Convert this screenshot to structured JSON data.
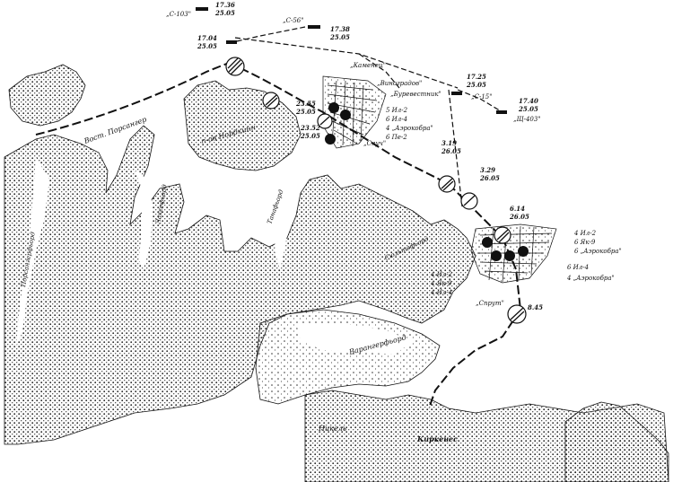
{
  "places": {
    "vost_porsangen": "Вост. Порсангер",
    "nordkinn": "п-ов Нордкинн",
    "tana": "Танафьорд",
    "syltefjord": "Сюльтефьорд",
    "varangerfjord": "Варангерфьорд",
    "kirkenes": "Киркенес",
    "nikel": "Никель",
    "laksefjord": "Лаксефьорд",
    "porsangerfjord": "Порсангерфьорд"
  },
  "units": {
    "s_left": "„С-103\"",
    "s_mid": "„С-56\"",
    "s_15": "„С-15\"",
    "s_mid2": "„Щ-403\"",
    "kamaronsky": "„Каменец\"",
    "vinogradov": "„Виноградов\"",
    "burevestnik": "„Буревестник\"",
    "sluch": "„Случ\"",
    "sprut": "„Спрут\""
  },
  "times": {
    "t1": "17.36",
    "t1d": "25.05",
    "t2": "17.38",
    "t2d": "25.05",
    "t3": "17.04",
    "t3d": "25.05",
    "t4": "17.25",
    "t4d": "25.05",
    "t5": "17.40",
    "t5d": "25.05",
    "t6": "23.55",
    "t6d": "25.05",
    "t7": "23.52",
    "t7d": "25.05",
    "t8": "3.19",
    "t8d": "26.05",
    "t9": "3.29",
    "t9d": "26.05",
    "t10": "6.14",
    "t10d": "26.05",
    "t11": "8.45",
    "t11d": ""
  },
  "aircraft": {
    "a1": "5 Ил-2",
    "a2": "6 Ил-4",
    "a3": "4 „Аэрокобра\"",
    "a4": "6 Пе-2",
    "a5": "4 Ил-2",
    "a6": "6 Як-9",
    "a7": "4 Ил-2",
    "a8": "6 Ил-4",
    "a9": "4 Як-9",
    "a10": "6 „Аэрокобра\"",
    "a11": "4 Ил-4"
  }
}
